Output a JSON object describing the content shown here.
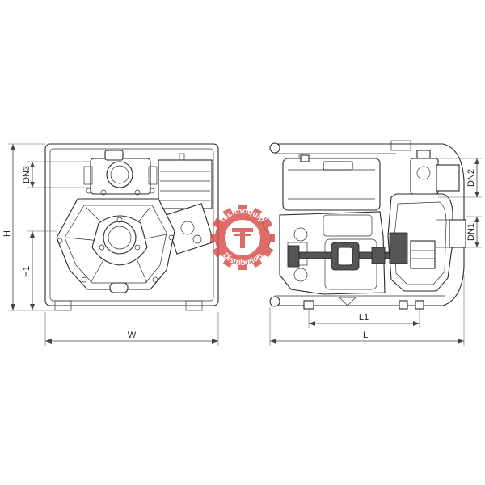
{
  "dimensions": {
    "dn3": "DN3",
    "h": "H",
    "h1": "H1",
    "w": "W",
    "dn2": "DN2",
    "dn1": "DN1",
    "l1": "L1",
    "l": "L"
  },
  "watermark": {
    "line1": "technoquip",
    "line2": "Distribution",
    "color": "#d9534f"
  }
}
